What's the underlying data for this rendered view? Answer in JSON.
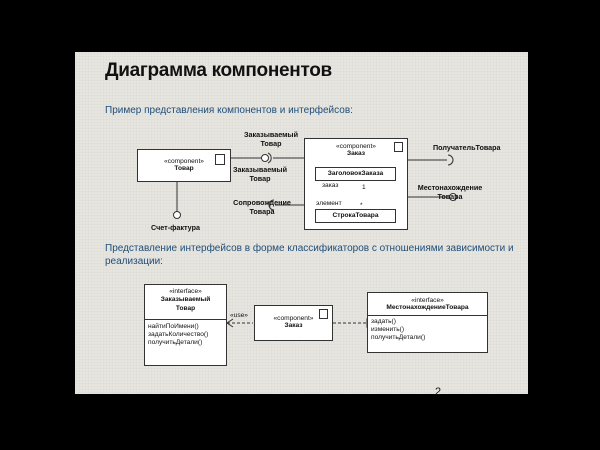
{
  "title": "Диаграмма компонентов",
  "subtitle1": "Пример представления компонентов и интерфейсов:",
  "subtitle2": "Представление интерфейсов в форме классификаторов с отношениями зависимости и реализации:",
  "page_number": "2",
  "diagram1": {
    "tovar": {
      "stereotype": "«component»",
      "name": "Товар"
    },
    "zakaz": {
      "stereotype": "«component»",
      "name": "Заказ",
      "header_part": "ЗаголовокЗаказа",
      "line_part": "СтрокаТовара"
    },
    "labels": {
      "ordered_top": "Заказываемый Товар",
      "ordered_mid": "Заказываемый Товар",
      "support": "Сопровождение Товара",
      "invoice": "Счет-фактура",
      "receiver": "ПолучательТовара",
      "location": "Местонахождение Товара",
      "role_order": "заказ",
      "role_element": "элемент",
      "mult_one": "1",
      "mult_many": "*"
    }
  },
  "diagram2": {
    "iface1": {
      "stereotype": "«interface»",
      "name": "Заказываемый Товар",
      "ops": [
        "найтиПоИмени()",
        "задатьКоличество()",
        "получитьДетали()"
      ]
    },
    "comp": {
      "stereotype": "«component»",
      "name": "Заказ"
    },
    "iface2": {
      "stereotype": "«interface»",
      "name": "МестонахождениеТовара",
      "ops": [
        "задать()",
        "изменить()",
        "получитьДетали()"
      ]
    },
    "use_label": "«use»"
  }
}
